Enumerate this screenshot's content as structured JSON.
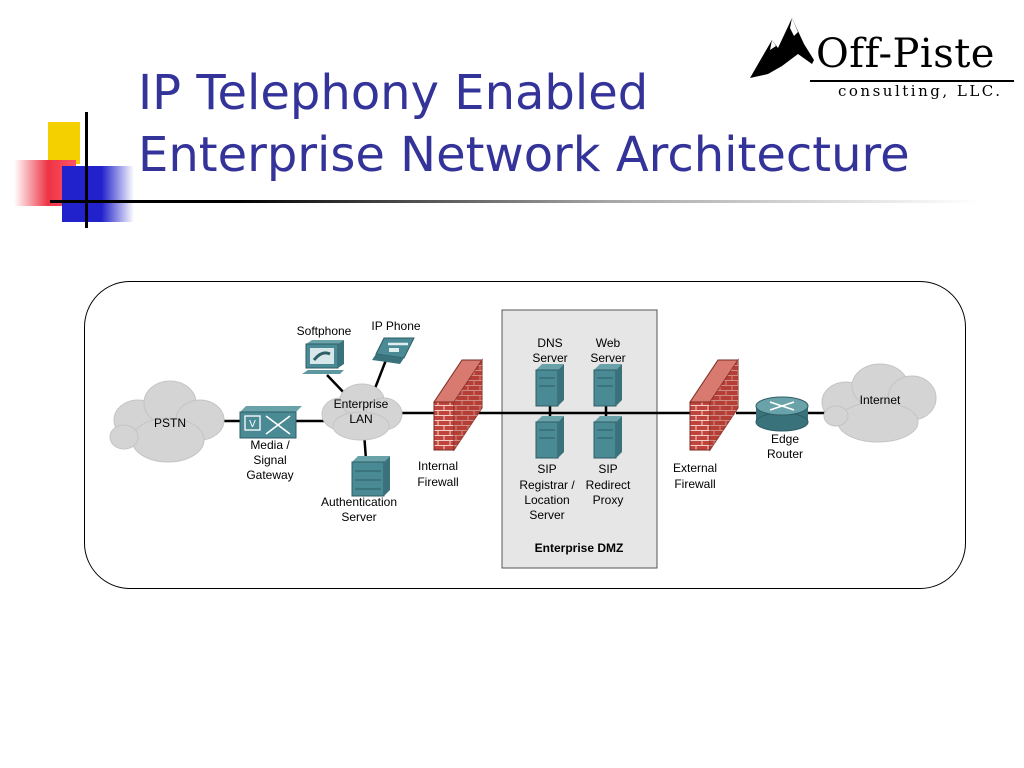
{
  "slide": {
    "title_line1": "IP Telephony Enabled",
    "title_line2": "Enterprise Network Architecture"
  },
  "logo": {
    "name": "Off-Piste",
    "subtitle": "consulting, LLC."
  },
  "colors": {
    "title": "#333399",
    "firewall_brick": "#c0443c",
    "device_teal": "#4a8a94",
    "dmz_fill": "#e6e6e6",
    "cloud": "#d4d4d4"
  },
  "diagram": {
    "dmz_label": "Enterprise DMZ",
    "nodes": {
      "pstn": "PSTN",
      "gateway": [
        "Media /",
        "Signal",
        "Gateway"
      ],
      "softphone": "Softphone",
      "ip_phone": "IP Phone",
      "enterprise_lan": [
        "Enterprise",
        "LAN"
      ],
      "auth_server": [
        "Authentication",
        "Server"
      ],
      "internal_firewall": [
        "Internal",
        "Firewall"
      ],
      "dns_server": [
        "DNS",
        "Server"
      ],
      "web_server": [
        "Web",
        "Server"
      ],
      "sip_registrar": [
        "SIP",
        "Registrar /",
        "Location",
        "Server"
      ],
      "sip_redirect": [
        "SIP",
        "Redirect",
        "Proxy"
      ],
      "external_firewall": [
        "External",
        "Firewall"
      ],
      "edge_router": [
        "Edge",
        "Router"
      ],
      "internet": "Internet"
    },
    "icons": {
      "gateway": "media-gateway-icon",
      "softphone": "softphone-icon",
      "ip_phone": "ip-phone-icon",
      "server": "server-icon",
      "firewall": "firewall-icon",
      "router": "router-icon",
      "cloud": "cloud-icon"
    }
  }
}
